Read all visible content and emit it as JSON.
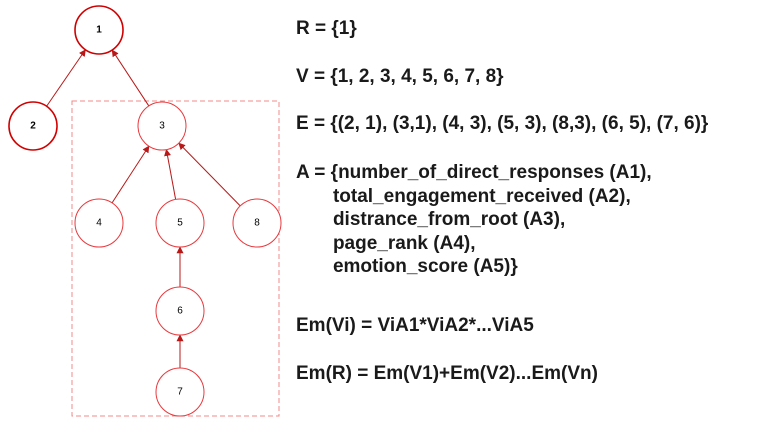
{
  "nodes": [
    {
      "id": "1",
      "label": "1",
      "root": true
    },
    {
      "id": "2",
      "label": "2"
    },
    {
      "id": "3",
      "label": "3"
    },
    {
      "id": "4",
      "label": "4"
    },
    {
      "id": "5",
      "label": "5"
    },
    {
      "id": "6",
      "label": "6"
    },
    {
      "id": "7",
      "label": "7"
    },
    {
      "id": "8",
      "label": "8"
    }
  ],
  "edges": [
    [
      "2",
      "1"
    ],
    [
      "3",
      "1"
    ],
    [
      "4",
      "3"
    ],
    [
      "5",
      "3"
    ],
    [
      "8",
      "3"
    ],
    [
      "6",
      "5"
    ],
    [
      "7",
      "6"
    ]
  ],
  "colors": {
    "root_stroke": "#d10000",
    "node_stroke": "#e8393d",
    "edge": "#b81818",
    "subtree_box": "#f28a8a",
    "text": "#1a1a1a"
  },
  "equations": {
    "root_set": "R = {1}",
    "vertex_set": "V = {1, 2, 3, 4, 5, 6, 7, 8}",
    "edge_set": "E = {(2, 1), (3,1), (4, 3), (5, 3), (8,3), (6, 5), (7, 6)}",
    "attribute_set": "A = {number_of_direct_responses (A1),\n       total_engagement_received (A2),\n       distrance_from_root (A3),\n       page_rank (A4),\n       emotion_score (A5)}",
    "vertex_emotion": "Em(Vi) = ViA1*ViA2*...ViA5",
    "root_emotion": "Em(R) = Em(V1)+Em(V2)...Em(Vn)"
  }
}
